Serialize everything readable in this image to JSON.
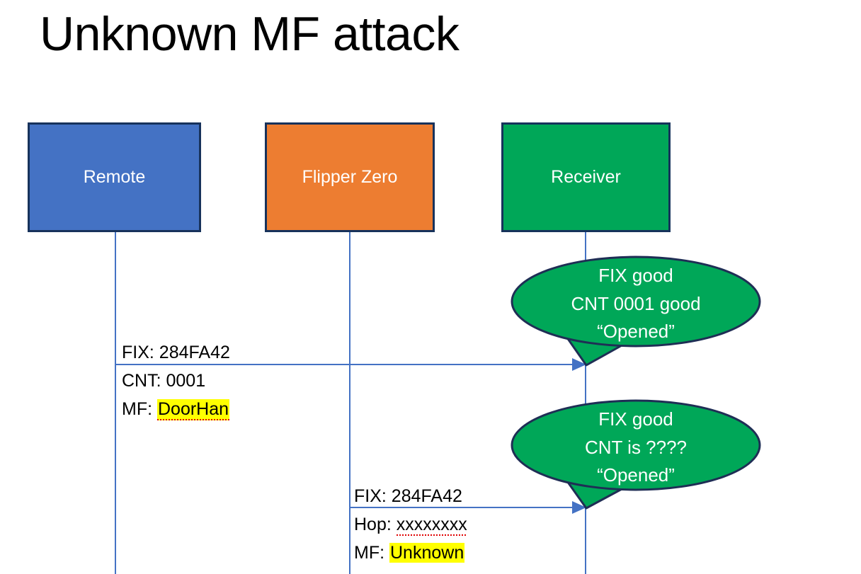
{
  "slide": {
    "title": "Unknown MF attack",
    "background_color": "#FFFFFF"
  },
  "colors": {
    "remote_fill": "#4472C4",
    "flipper_fill": "#ED7D31",
    "receiver_fill": "#00A758",
    "box_border": "#17325B",
    "lifeline": "#4472C4",
    "arrow": "#4472C4",
    "bubble_fill": "#00A758",
    "bubble_border": "#1F2E55",
    "highlight": "#FFFF00",
    "spellcheck_underline": "#E00000",
    "text_dark": "#000000",
    "text_light": "#FFFFFF"
  },
  "actors": [
    {
      "id": "remote",
      "label": "Remote"
    },
    {
      "id": "flipper",
      "label": "Flipper Zero"
    },
    {
      "id": "receiver",
      "label": "Receiver"
    }
  ],
  "messages": [
    {
      "id": "remote-to-receiver",
      "from": "remote",
      "to": "receiver",
      "lines": [
        {
          "label": "FIX: ",
          "value": "284FA42",
          "highlight": false,
          "spellcheck": false
        },
        {
          "label": "CNT: ",
          "value": "0001",
          "highlight": false,
          "spellcheck": false
        },
        {
          "label": "MF: ",
          "value": "DoorHan",
          "highlight": true,
          "spellcheck": true
        }
      ]
    },
    {
      "id": "flipper-to-receiver",
      "from": "flipper",
      "to": "receiver",
      "lines": [
        {
          "label": "FIX: ",
          "value": "284FA42",
          "highlight": false,
          "spellcheck": false
        },
        {
          "label": "Hop: ",
          "value": "xxxxxxxx",
          "highlight": false,
          "spellcheck": true
        },
        {
          "label": "MF: ",
          "value": "Unknown",
          "highlight": true,
          "spellcheck": false
        }
      ]
    }
  ],
  "callouts": [
    {
      "id": "callout-first",
      "owner": "receiver",
      "lines": [
        "FIX good",
        "CNT 0001 good",
        "“Opened”"
      ]
    },
    {
      "id": "callout-second",
      "owner": "receiver",
      "lines": [
        "FIX good",
        "CNT is ????",
        "“Opened”"
      ]
    }
  ]
}
